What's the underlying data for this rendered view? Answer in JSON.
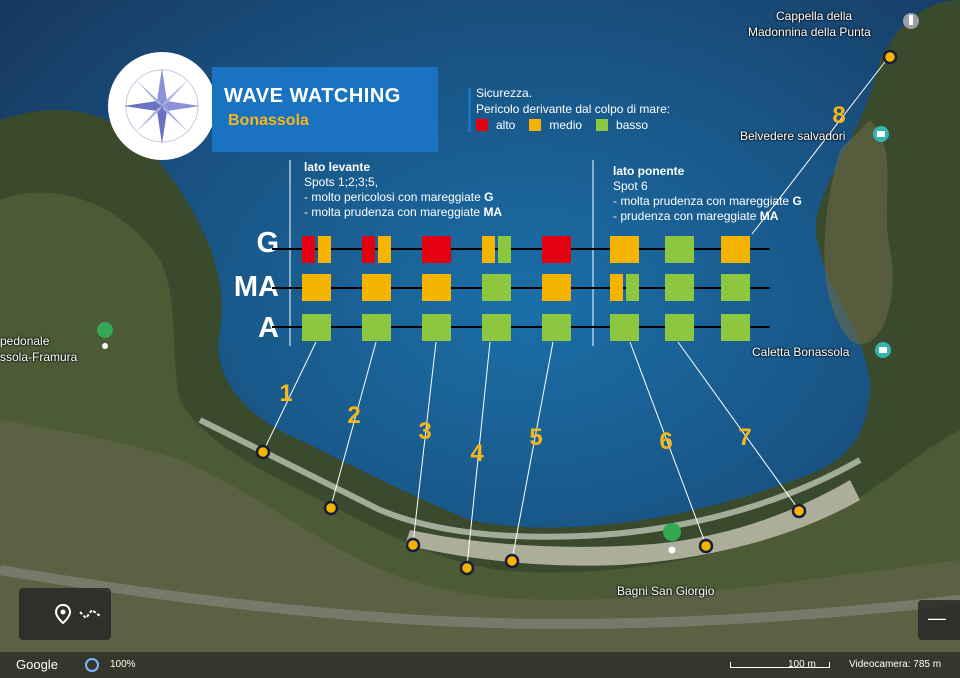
{
  "title": {
    "main": "WAVE WATCHING",
    "sub": "Bonassola"
  },
  "legend": {
    "line1": "Sicurezza.",
    "line2": "Pericolo derivante  dal colpo di mare:",
    "items": [
      {
        "label": "alto",
        "color": "#e3000f"
      },
      {
        "label": "medio",
        "color": "#f5b400"
      },
      {
        "label": "basso",
        "color": "#8dc63f"
      }
    ]
  },
  "levante": {
    "heading": "lato levante",
    "spots": "Spots 1;2;3;5,",
    "line1": "- molto pericolosi con mareggiate ",
    "line1_bold": "G",
    "line2": "- molta prudenza con mareggiate ",
    "line2_bold": "MA"
  },
  "ponente": {
    "heading": "lato ponente",
    "spots": "Spot 6",
    "line1": "- molta prudenza con mareggiate ",
    "line1_bold": "G",
    "line2": "- prudenza con mareggiate ",
    "line2_bold": "MA"
  },
  "rows": [
    "G",
    "MA",
    "A"
  ],
  "spot_numbers": [
    "1",
    "2",
    "3",
    "4",
    "5",
    "6",
    "7",
    "8"
  ],
  "grid": {
    "colors": {
      "alto": "#e3000f",
      "medio": "#f5b400",
      "basso": "#8dc63f"
    },
    "G": [
      [
        "alto",
        "medio"
      ],
      [
        "alto",
        "medio"
      ],
      [
        "alto"
      ],
      [
        "medio",
        "basso"
      ],
      [
        "alto"
      ],
      [
        "medio"
      ],
      [
        "basso"
      ],
      [
        "medio"
      ]
    ],
    "MA": [
      [
        "medio"
      ],
      [
        "medio"
      ],
      [
        "medio"
      ],
      [
        "basso"
      ],
      [
        "medio"
      ],
      [
        "medio",
        "basso"
      ],
      [
        "basso"
      ],
      [
        "basso"
      ]
    ],
    "A": [
      [
        "basso"
      ],
      [
        "basso"
      ],
      [
        "basso"
      ],
      [
        "basso"
      ],
      [
        "basso"
      ],
      [
        "basso"
      ],
      [
        "basso"
      ],
      [
        "basso"
      ]
    ]
  },
  "places": {
    "cappella": "Cappella della",
    "cappella2": "Madonnina della Punta",
    "belvedere": "Belvedere salvadori",
    "caletta": "Caletta Bonassola",
    "pedonale": "pedonale",
    "framura": "ssola-Framura",
    "bagni": "Bagni San Giorgio"
  },
  "footer": {
    "google": "Google",
    "zoom": "100%",
    "scale": "100 m",
    "camera": "Videocamera: 785 m"
  }
}
